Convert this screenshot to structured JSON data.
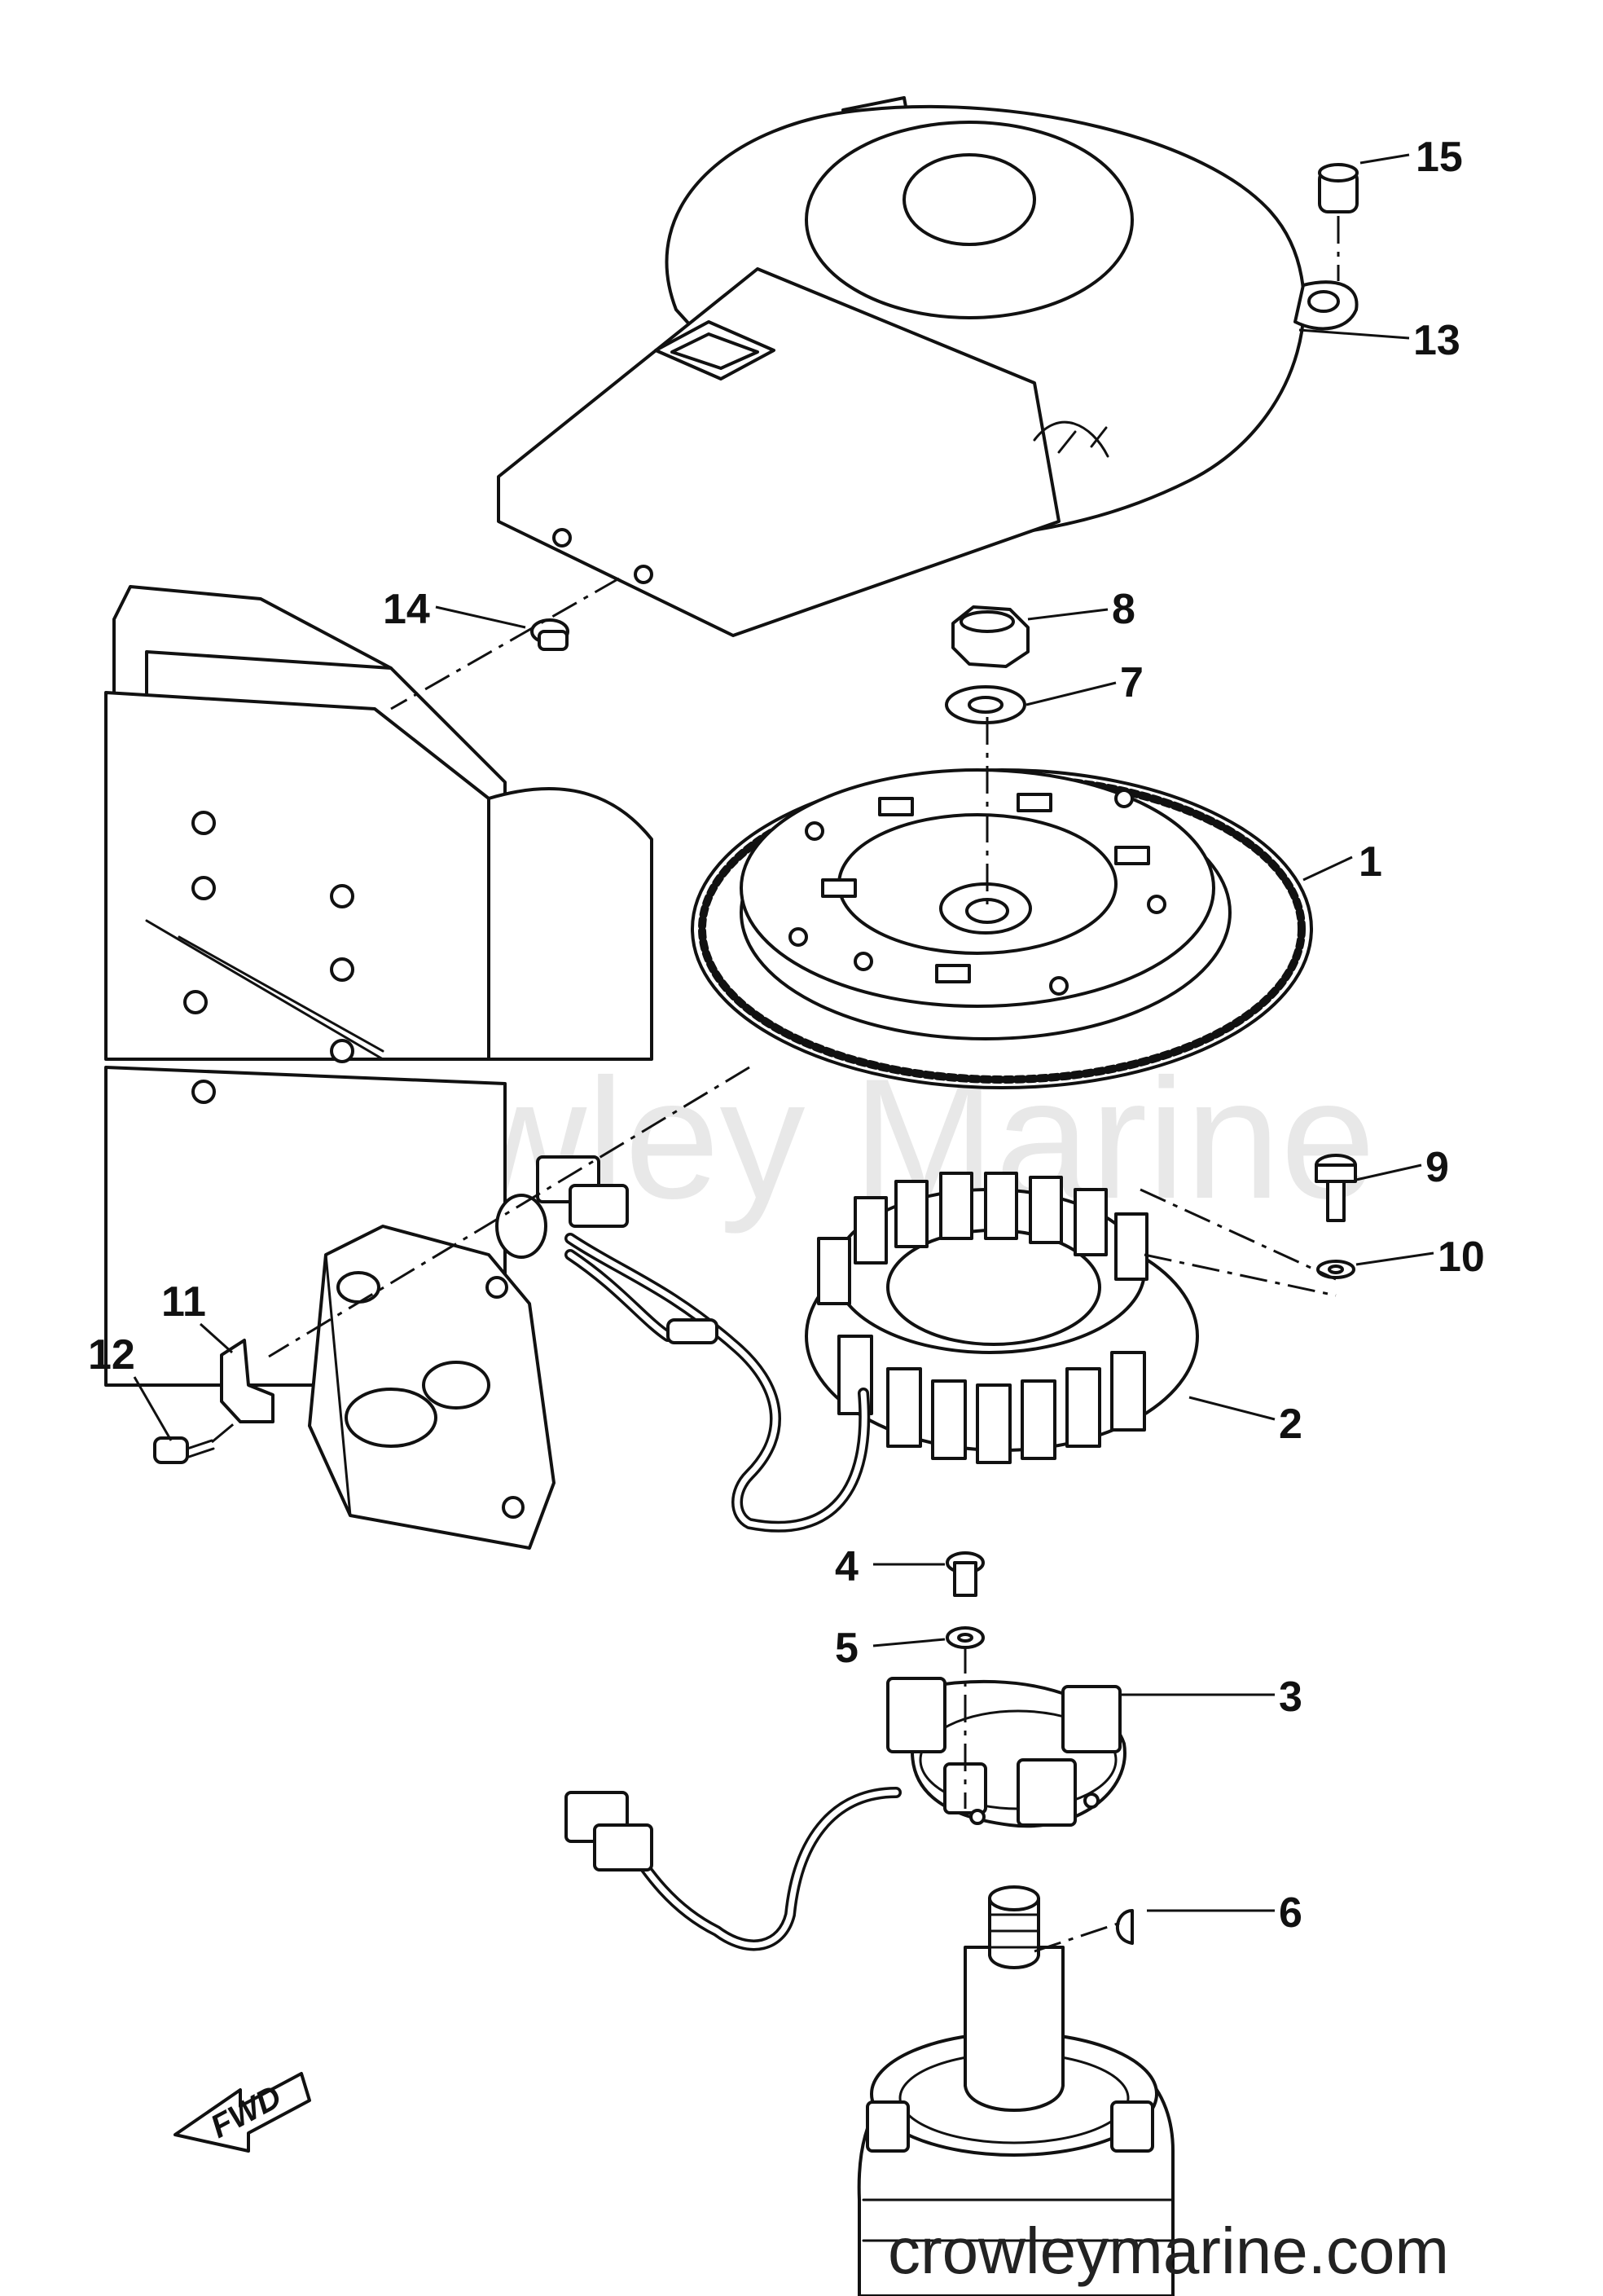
{
  "callouts": [
    "1",
    "2",
    "3",
    "4",
    "5",
    "6",
    "7",
    "8",
    "9",
    "10",
    "11",
    "12",
    "13",
    "14",
    "15"
  ],
  "fwd_label": "FWD",
  "watermark": "Crowley Marine",
  "website": "crowleymarine.com",
  "colors": {
    "ink": "#111111",
    "paper": "#ffffff",
    "watermark": "#e8e8e8"
  }
}
